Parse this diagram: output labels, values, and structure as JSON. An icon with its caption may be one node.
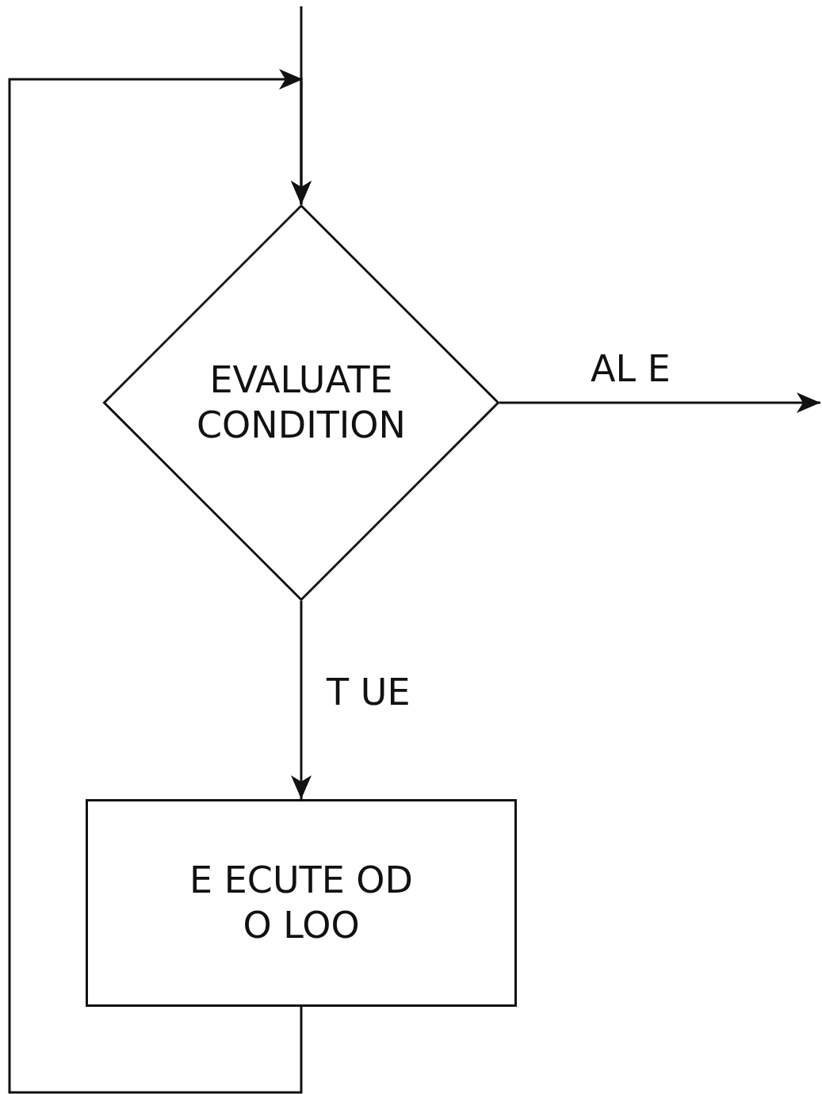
{
  "diagram": {
    "nodes": [
      {
        "text": [
          "EVALUATE CONDITION"
        ]
      },
      {
        "text": [
          "E ECUTE OD O LOO"
        ]
      }
    ],
    "edges": [
      {
        "from": null,
        "to": 0,
        "arrow": "to"
      },
      {
        "from": 1,
        "to": 0,
        "arrow": "to"
      },
      {
        "from": 0,
        "to": null,
        "arrow": "to",
        "label": "AL E"
      },
      {
        "from": 0,
        "to": 1,
        "arrow": "to",
        "label": "T UE"
      }
    ]
  }
}
